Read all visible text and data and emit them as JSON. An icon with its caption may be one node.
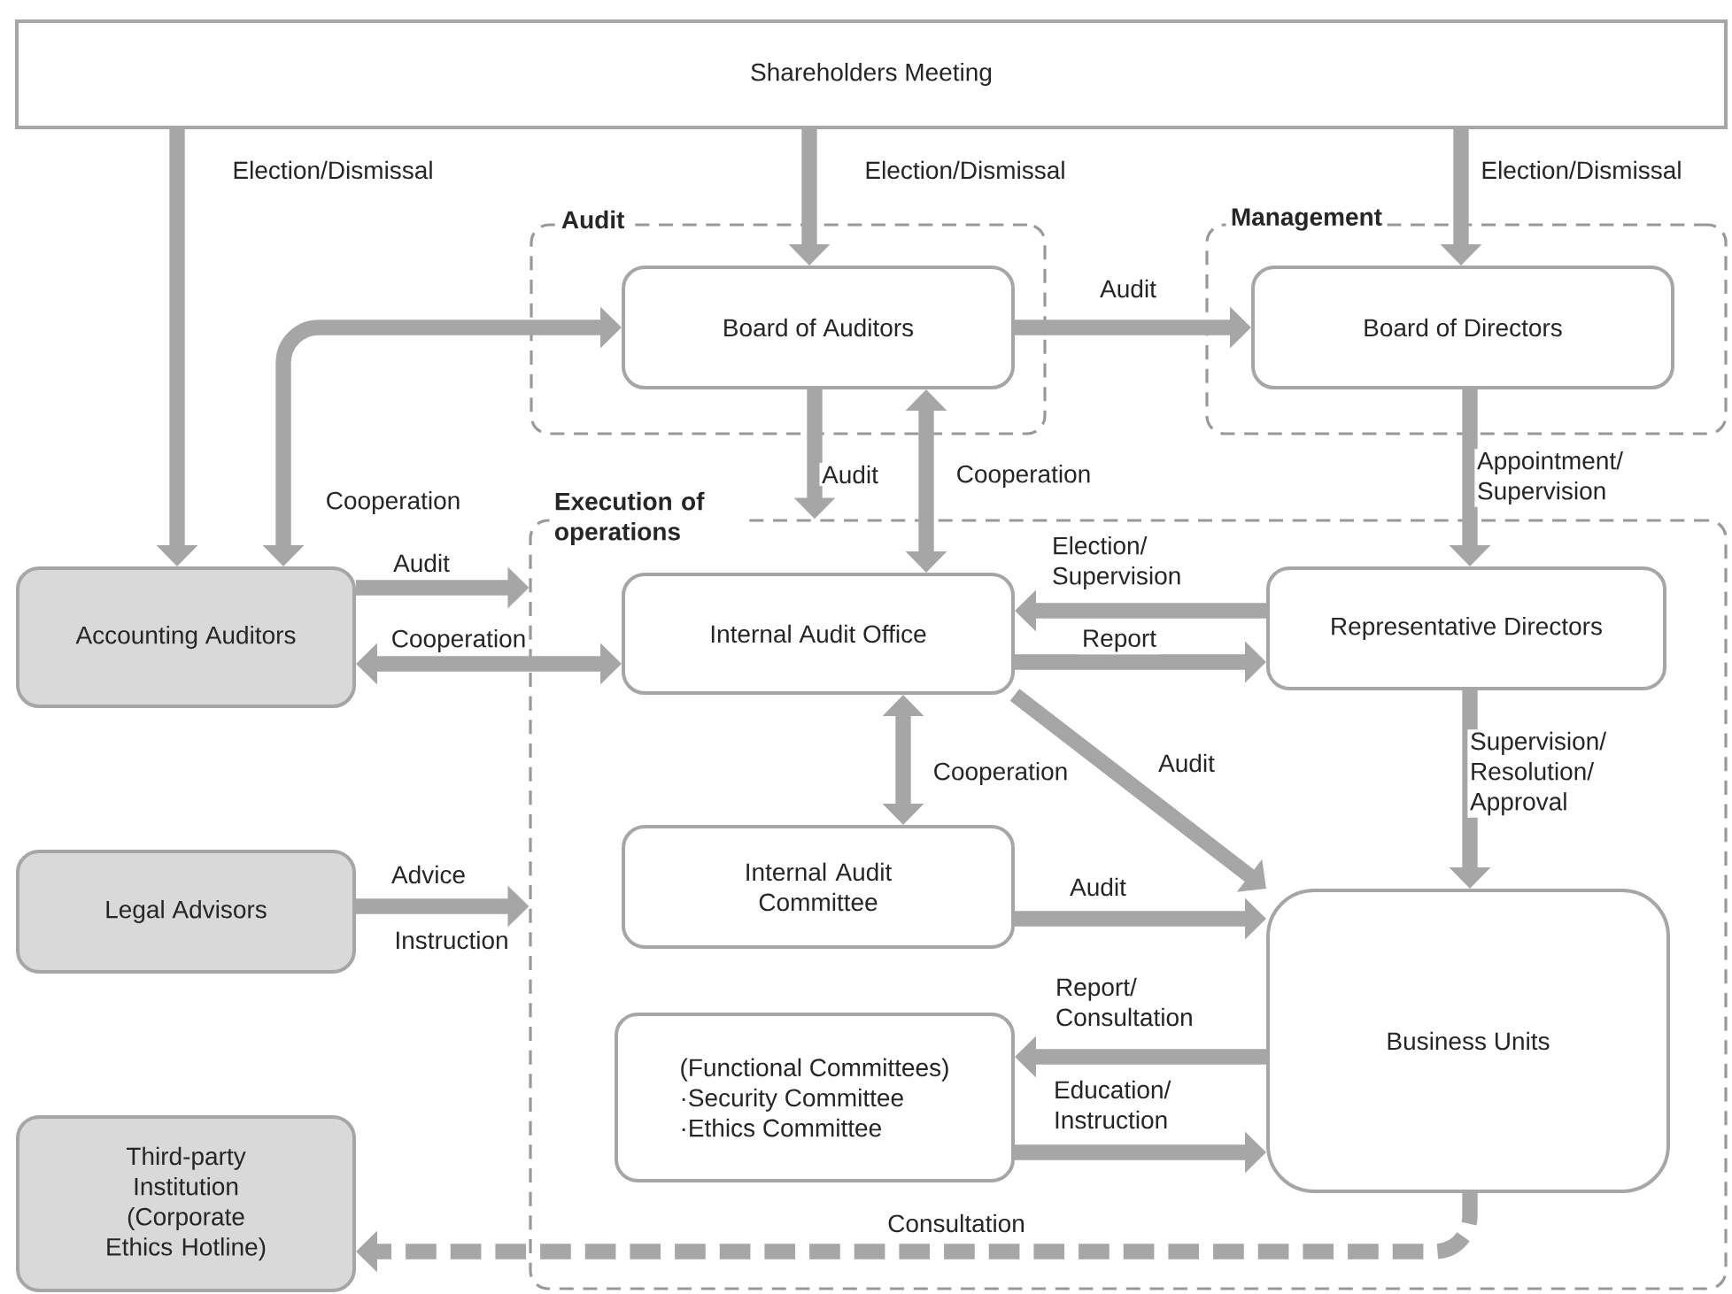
{
  "diagram": {
    "nodes": [
      {
        "text": [
          "Shareholders Meeting"
        ]
      },
      {
        "text": [
          "Audit"
        ]
      },
      {
        "text": [
          "Board of Auditors"
        ],
        "in": 1
      },
      {
        "text": [
          "Management"
        ]
      },
      {
        "text": [
          "Board of Directors"
        ],
        "in": 3
      },
      {
        "text": [
          "Execution of operations"
        ]
      },
      {
        "text": [
          "Accounting Auditors"
        ]
      },
      {
        "text": [
          "Internal Audit Office"
        ],
        "in": 5
      },
      {
        "text": [
          "Representative Directors"
        ],
        "in": 5
      },
      {
        "text": [
          "Internal Audit Committee"
        ],
        "in": 5
      },
      {
        "text": [
          "Legal Advisors"
        ]
      },
      {
        "text": [
          "(Functional Committees)",
          "·Security Committee",
          "·Ethics Committee"
        ],
        "in": 5
      },
      {
        "text": [
          "Business Units"
        ],
        "in": 5
      },
      {
        "text": [
          "Third-party Institution (Corporate Ethics Hotline)"
        ]
      }
    ],
    "edges": [
      {
        "from": 0,
        "to": 6,
        "arrow": "to",
        "label": "Election/Dismissal"
      },
      {
        "from": 0,
        "to": 2,
        "arrow": "to",
        "label": "Election/Dismissal"
      },
      {
        "from": 0,
        "to": 4,
        "arrow": "to",
        "label": "Election/Dismissal"
      },
      {
        "from": 2,
        "to": 6,
        "arrow": "both",
        "label": "Cooperation"
      },
      {
        "from": 2,
        "to": 4,
        "arrow": "to",
        "label": "Audit"
      },
      {
        "from": 2,
        "to": 5,
        "arrow": "to",
        "label": "Audit"
      },
      {
        "from": 2,
        "to": 7,
        "arrow": "both",
        "label": "Cooperation"
      },
      {
        "from": 4,
        "to": 8,
        "arrow": "to",
        "label": "Appointment/ Supervision"
      },
      {
        "from": 6,
        "to": 5,
        "arrow": "to",
        "label": "Audit"
      },
      {
        "from": 6,
        "to": 7,
        "arrow": "both",
        "label": "Cooperation"
      },
      {
        "from": 8,
        "to": 7,
        "arrow": "to",
        "label": "Election/ Supervision"
      },
      {
        "from": 7,
        "to": 8,
        "arrow": "to",
        "label": "Report"
      },
      {
        "from": 7,
        "to": 12,
        "arrow": "to",
        "label": "Audit"
      },
      {
        "from": 7,
        "to": 9,
        "arrow": "both",
        "label": "Cooperation"
      },
      {
        "from": 10,
        "to": 5,
        "arrow": "to",
        "label": "Advice"
      },
      {
        "from": 8,
        "to": 12,
        "arrow": "to",
        "label": "Supervision/ Resolution/ Approval"
      },
      {
        "from": 9,
        "to": 12,
        "arrow": "to",
        "label": "Audit"
      },
      {
        "from": 12,
        "to": 11,
        "arrow": "to",
        "label": "Report/ Consultation"
      },
      {
        "from": 11,
        "to": 12,
        "arrow": "to",
        "label": "Education/ Instruction"
      },
      {
        "from": 12,
        "to": 13,
        "arrow": "to",
        "label": "Consultation",
        "style": "dashed"
      }
    ],
    "labels": [
      "Instruction"
    ]
  }
}
